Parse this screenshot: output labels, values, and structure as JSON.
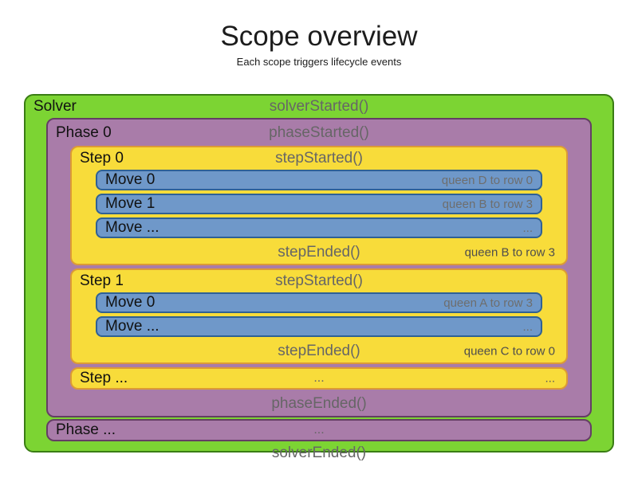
{
  "title": "Scope overview",
  "subtitle": "Each scope triggers lifecycle events",
  "colors": {
    "solver_fill": "#7CD433",
    "solver_border": "#3A7D14",
    "phase_fill": "#A97CA9",
    "phase_border": "#643E64",
    "step_fill": "#F8DC3A",
    "step_border": "#DC9B35",
    "move_fill": "#6F98C9",
    "move_border": "#2F6195",
    "event_text": "#666666",
    "label_text": "#111111",
    "detail_text": "#4d4d4d"
  },
  "solver": {
    "label": "Solver",
    "started_event": "solverStarted()",
    "ended_event": "solverEnded()",
    "phases": [
      {
        "label": "Phase 0",
        "started_event": "phaseStarted()",
        "ended_event": "phaseEnded()",
        "steps": [
          {
            "label": "Step 0",
            "started_event": "stepStarted()",
            "moves": [
              {
                "label": "Move 0",
                "detail": "queen D to row 0"
              },
              {
                "label": "Move 1",
                "detail": "queen B to row 3"
              },
              {
                "label": "Move ...",
                "detail": "..."
              }
            ],
            "ended_event": "stepEnded()",
            "ended_detail": "queen B to row 3"
          },
          {
            "label": "Step 1",
            "started_event": "stepStarted()",
            "moves": [
              {
                "label": "Move 0",
                "detail": "queen A to row 3"
              },
              {
                "label": "Move ...",
                "detail": "..."
              }
            ],
            "ended_event": "stepEnded()",
            "ended_detail": "queen C to row 0"
          }
        ],
        "more_steps": {
          "label": "Step ...",
          "center_text": "...",
          "right_text": "..."
        }
      }
    ],
    "more_phases": {
      "label": "Phase ...",
      "center_text": "..."
    }
  }
}
